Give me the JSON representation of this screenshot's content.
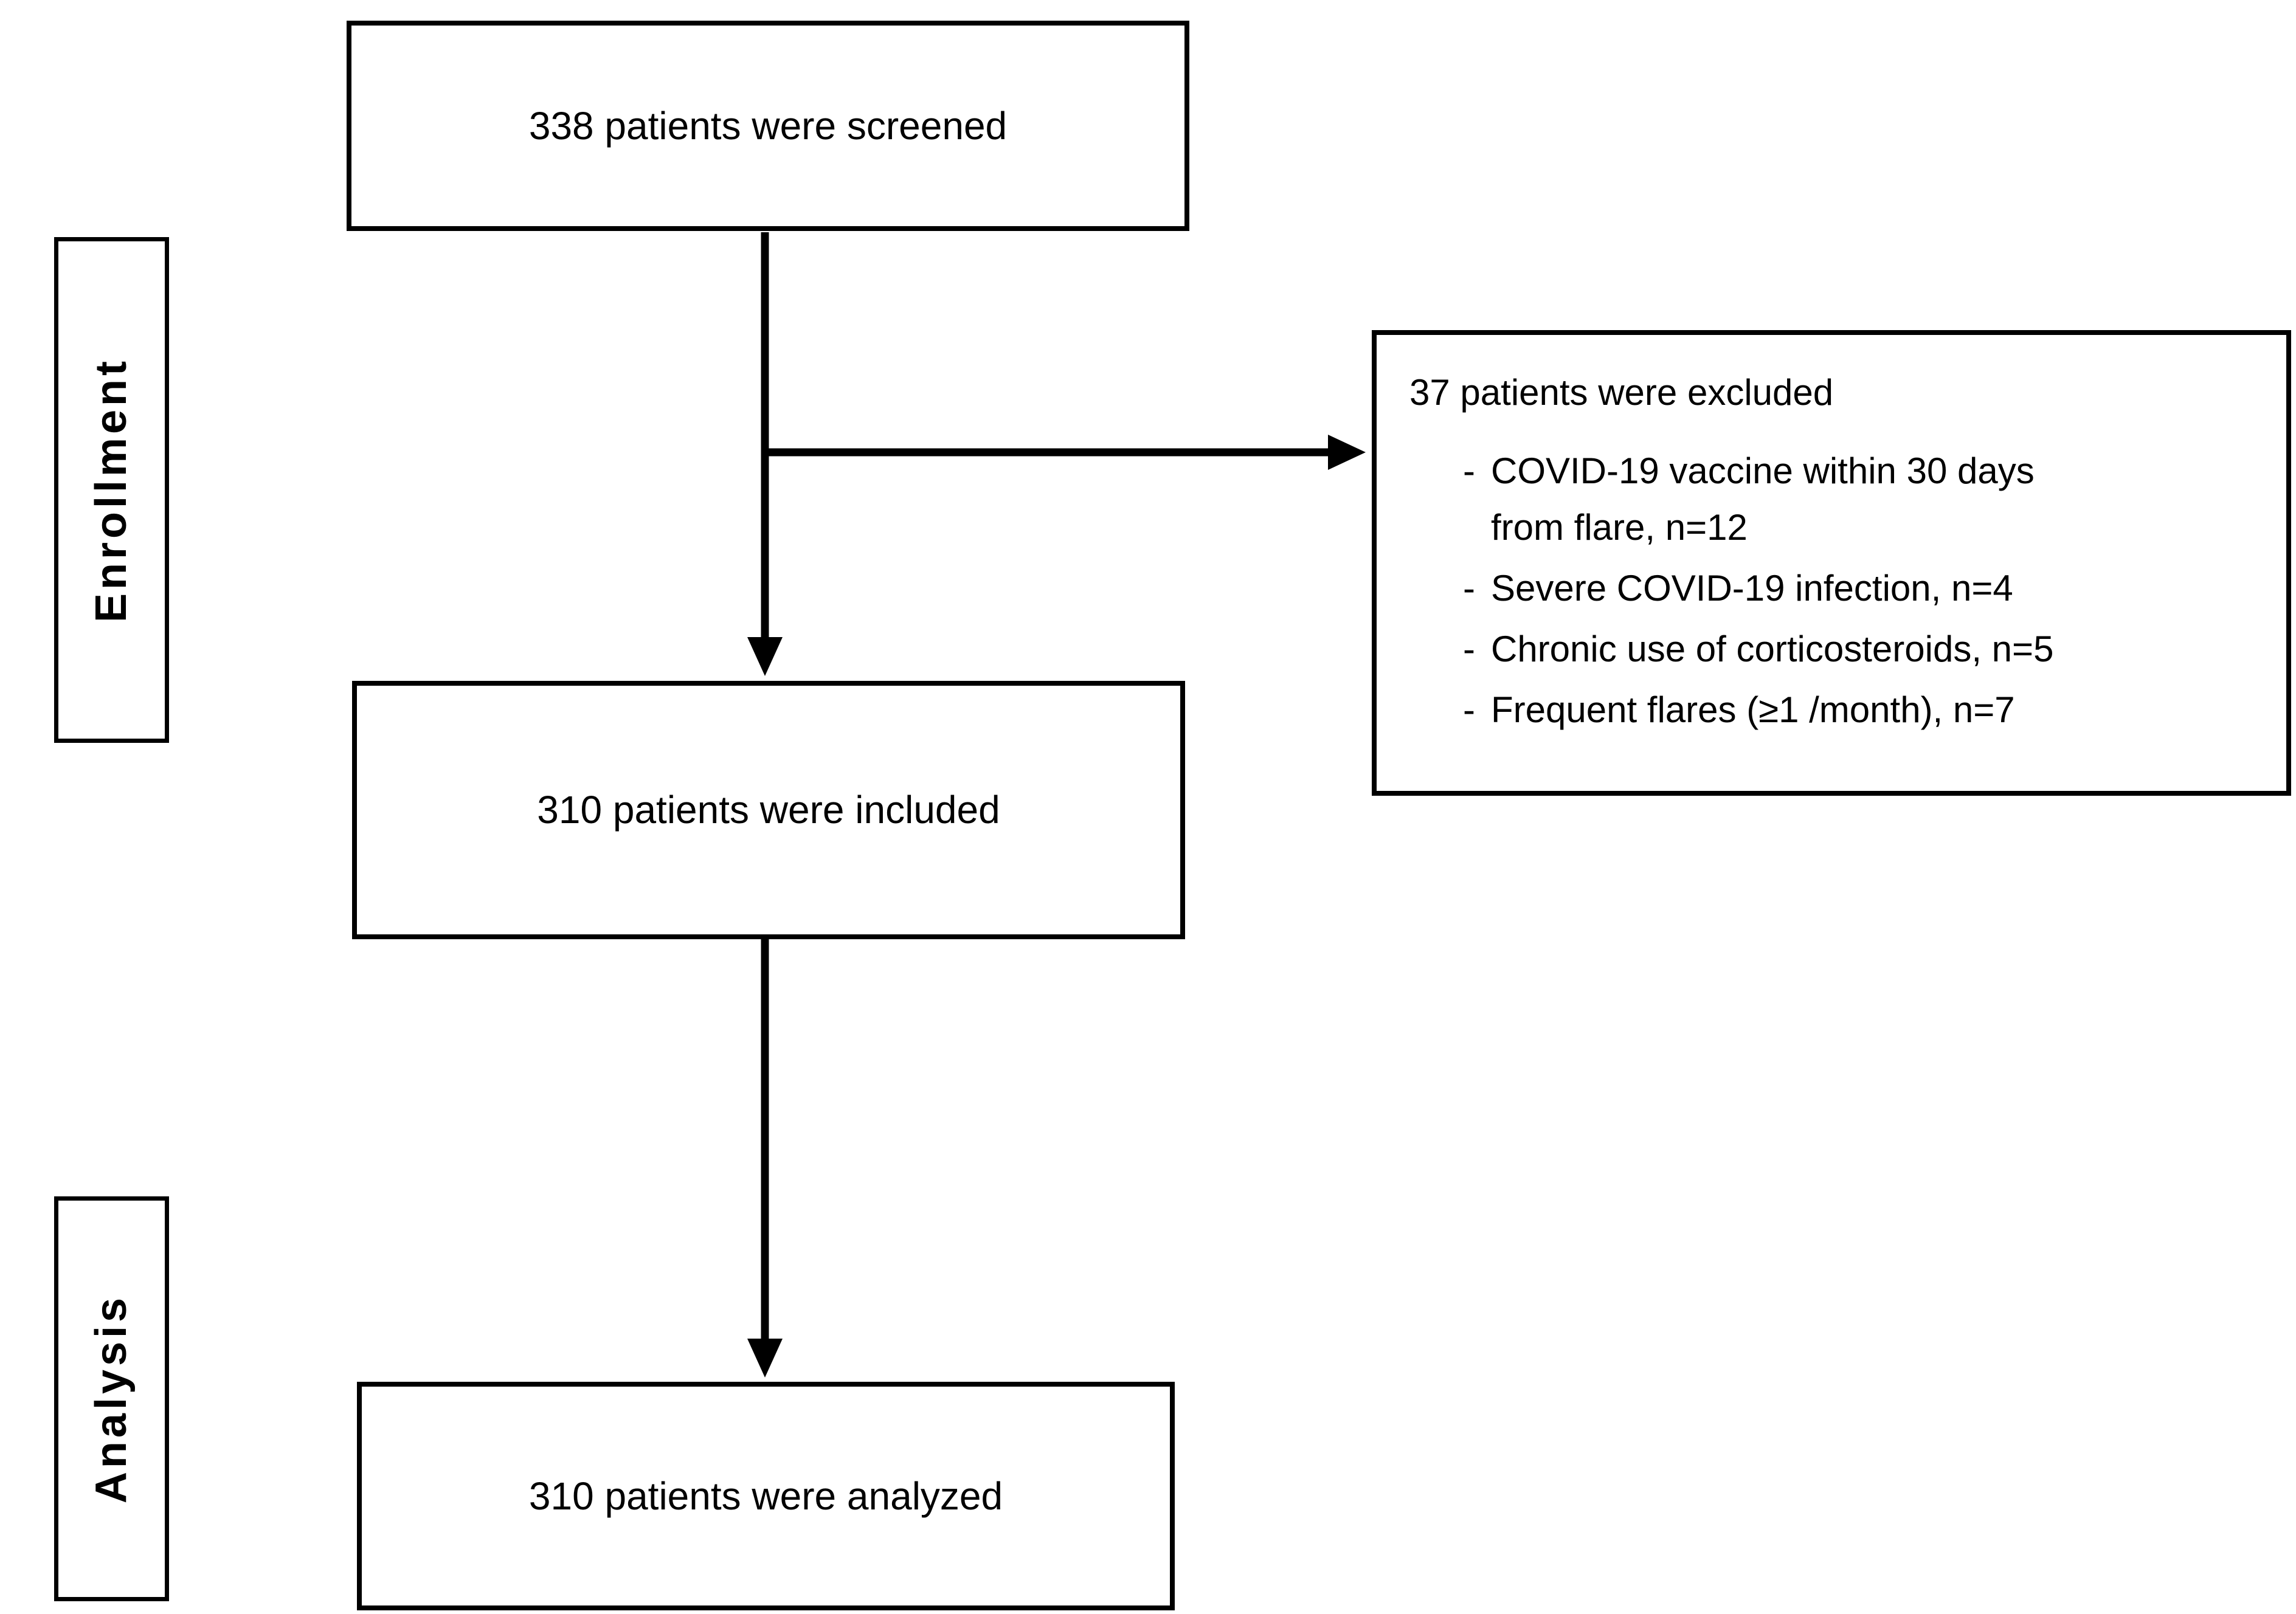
{
  "figure": {
    "kind": "patient-flow-diagram",
    "stage_labels": {
      "enrollment": "Enrollment",
      "analysis": "Analysis"
    },
    "boxes": {
      "screened": {
        "text": "338 patients were screened"
      },
      "excluded": {
        "title": "37 patients were excluded",
        "bullet_char": "-",
        "items": [
          {
            "lines": [
              "COVID-19 vaccine within 30 days",
              "from flare, n=12"
            ]
          },
          {
            "lines": [
              "Severe COVID-19 infection, n=4"
            ]
          },
          {
            "lines": [
              "Chronic use of corticosteroids, n=5"
            ]
          },
          {
            "lines": [
              "Frequent flares (≥1 /month), n=7"
            ]
          }
        ]
      },
      "included": {
        "text": "310 patients were included"
      },
      "analyzed": {
        "text": "310 patients were analyzed"
      }
    },
    "colors": {
      "border": "#000000",
      "background": "#ffffff",
      "text": "#000000",
      "arrow": "#000000"
    }
  }
}
